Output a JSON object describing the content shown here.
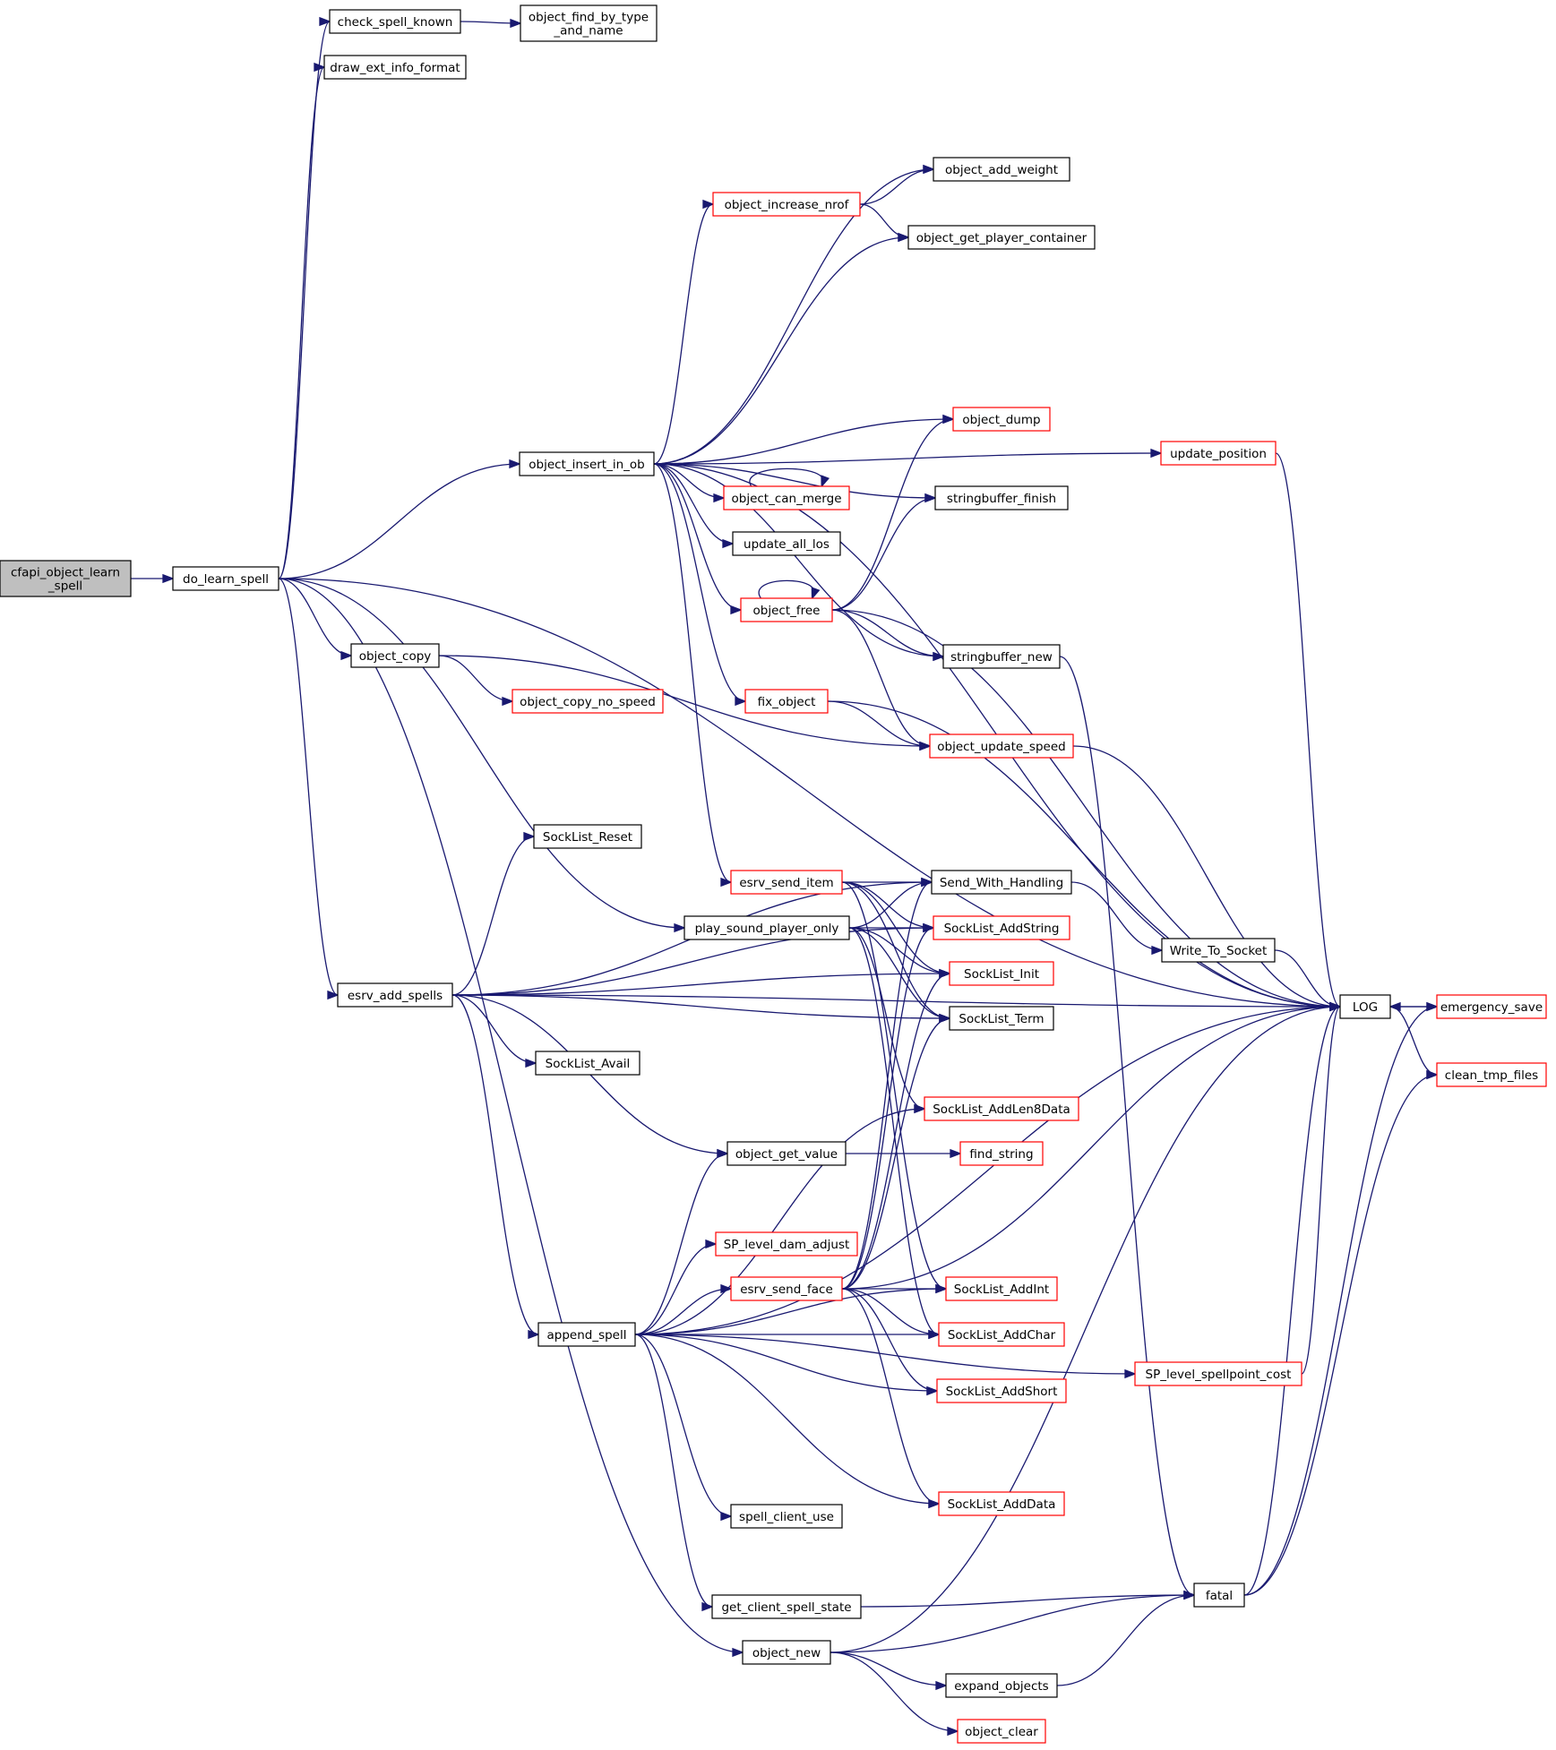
{
  "colors": {
    "edge": "#191970",
    "normal_border": "#000000",
    "truncated_border": "#ff0000",
    "root_fill": "#bfbfbf",
    "node_fill": "#ffffff"
  },
  "nodes": [
    {
      "id": "root",
      "label": [
        "cfapi_object_learn",
        "_spell"
      ],
      "style": "root"
    },
    {
      "id": "do_learn_spell",
      "label": [
        "do_learn_spell"
      ],
      "style": "normal"
    },
    {
      "id": "check_spell_known",
      "label": [
        "check_spell_known"
      ],
      "style": "normal"
    },
    {
      "id": "object_find_by_type_and_name",
      "label": [
        "object_find_by_type",
        "_and_name"
      ],
      "style": "normal"
    },
    {
      "id": "draw_ext_info_format",
      "label": [
        "draw_ext_info_format"
      ],
      "style": "normal"
    },
    {
      "id": "object_add_weight",
      "label": [
        "object_add_weight"
      ],
      "style": "normal"
    },
    {
      "id": "object_increase_nrof",
      "label": [
        "object_increase_nrof"
      ],
      "style": "truncated"
    },
    {
      "id": "object_get_player_container",
      "label": [
        "object_get_player_container"
      ],
      "style": "normal"
    },
    {
      "id": "object_dump",
      "label": [
        "object_dump"
      ],
      "style": "truncated"
    },
    {
      "id": "update_position",
      "label": [
        "update_position"
      ],
      "style": "truncated"
    },
    {
      "id": "object_insert_in_ob",
      "label": [
        "object_insert_in_ob"
      ],
      "style": "normal"
    },
    {
      "id": "object_can_merge",
      "label": [
        "object_can_merge"
      ],
      "style": "truncated"
    },
    {
      "id": "stringbuffer_finish",
      "label": [
        "stringbuffer_finish"
      ],
      "style": "normal"
    },
    {
      "id": "update_all_los",
      "label": [
        "update_all_los"
      ],
      "style": "normal"
    },
    {
      "id": "object_free",
      "label": [
        "object_free"
      ],
      "style": "truncated"
    },
    {
      "id": "object_copy",
      "label": [
        "object_copy"
      ],
      "style": "normal"
    },
    {
      "id": "stringbuffer_new",
      "label": [
        "stringbuffer_new"
      ],
      "style": "normal"
    },
    {
      "id": "object_copy_no_speed",
      "label": [
        "object_copy_no_speed"
      ],
      "style": "truncated"
    },
    {
      "id": "fix_object",
      "label": [
        "fix_object"
      ],
      "style": "truncated"
    },
    {
      "id": "object_update_speed",
      "label": [
        "object_update_speed"
      ],
      "style": "truncated"
    },
    {
      "id": "SockList_Reset",
      "label": [
        "SockList_Reset"
      ],
      "style": "normal"
    },
    {
      "id": "esrv_send_item",
      "label": [
        "esrv_send_item"
      ],
      "style": "truncated"
    },
    {
      "id": "Send_With_Handling",
      "label": [
        "Send_With_Handling"
      ],
      "style": "normal"
    },
    {
      "id": "play_sound_player_only",
      "label": [
        "play_sound_player_only"
      ],
      "style": "normal"
    },
    {
      "id": "SockList_AddString",
      "label": [
        "SockList_AddString"
      ],
      "style": "truncated"
    },
    {
      "id": "Write_To_Socket",
      "label": [
        "Write_To_Socket"
      ],
      "style": "normal"
    },
    {
      "id": "SockList_Init",
      "label": [
        "SockList_Init"
      ],
      "style": "truncated"
    },
    {
      "id": "esrv_add_spells",
      "label": [
        "esrv_add_spells"
      ],
      "style": "normal"
    },
    {
      "id": "LOG",
      "label": [
        "LOG"
      ],
      "style": "normal"
    },
    {
      "id": "emergency_save",
      "label": [
        "emergency_save"
      ],
      "style": "truncated"
    },
    {
      "id": "SockList_Term",
      "label": [
        "SockList_Term"
      ],
      "style": "normal"
    },
    {
      "id": "SockList_Avail",
      "label": [
        "SockList_Avail"
      ],
      "style": "normal"
    },
    {
      "id": "clean_tmp_files",
      "label": [
        "clean_tmp_files"
      ],
      "style": "truncated"
    },
    {
      "id": "SockList_AddLen8Data",
      "label": [
        "SockList_AddLen8Data"
      ],
      "style": "truncated"
    },
    {
      "id": "object_get_value",
      "label": [
        "object_get_value"
      ],
      "style": "normal"
    },
    {
      "id": "find_string",
      "label": [
        "find_string"
      ],
      "style": "truncated"
    },
    {
      "id": "SP_level_dam_adjust",
      "label": [
        "SP_level_dam_adjust"
      ],
      "style": "truncated"
    },
    {
      "id": "esrv_send_face",
      "label": [
        "esrv_send_face"
      ],
      "style": "truncated"
    },
    {
      "id": "SockList_AddInt",
      "label": [
        "SockList_AddInt"
      ],
      "style": "truncated"
    },
    {
      "id": "append_spell",
      "label": [
        "append_spell"
      ],
      "style": "normal"
    },
    {
      "id": "SockList_AddChar",
      "label": [
        "SockList_AddChar"
      ],
      "style": "truncated"
    },
    {
      "id": "SP_level_spellpoint_cost",
      "label": [
        "SP_level_spellpoint_cost"
      ],
      "style": "truncated"
    },
    {
      "id": "SockList_AddShort",
      "label": [
        "SockList_AddShort"
      ],
      "style": "truncated"
    },
    {
      "id": "SockList_AddData",
      "label": [
        "SockList_AddData"
      ],
      "style": "truncated"
    },
    {
      "id": "spell_client_use",
      "label": [
        "spell_client_use"
      ],
      "style": "normal"
    },
    {
      "id": "get_client_spell_state",
      "label": [
        "get_client_spell_state"
      ],
      "style": "normal"
    },
    {
      "id": "fatal",
      "label": [
        "fatal"
      ],
      "style": "normal"
    },
    {
      "id": "object_new",
      "label": [
        "object_new"
      ],
      "style": "normal"
    },
    {
      "id": "expand_objects",
      "label": [
        "expand_objects"
      ],
      "style": "normal"
    },
    {
      "id": "object_clear",
      "label": [
        "object_clear"
      ],
      "style": "truncated"
    }
  ],
  "edges": [
    [
      "root",
      "do_learn_spell"
    ],
    [
      "do_learn_spell",
      "check_spell_known"
    ],
    [
      "do_learn_spell",
      "draw_ext_info_format"
    ],
    [
      "do_learn_spell",
      "LOG"
    ],
    [
      "do_learn_spell",
      "object_insert_in_ob"
    ],
    [
      "do_learn_spell",
      "object_copy"
    ],
    [
      "do_learn_spell",
      "play_sound_player_only"
    ],
    [
      "do_learn_spell",
      "esrv_add_spells"
    ],
    [
      "do_learn_spell",
      "object_new"
    ],
    [
      "check_spell_known",
      "object_find_by_type_and_name"
    ],
    [
      "object_insert_in_ob",
      "object_add_weight"
    ],
    [
      "object_insert_in_ob",
      "object_increase_nrof"
    ],
    [
      "object_insert_in_ob",
      "object_get_player_container"
    ],
    [
      "object_insert_in_ob",
      "LOG"
    ],
    [
      "object_insert_in_ob",
      "update_position"
    ],
    [
      "object_insert_in_ob",
      "object_dump"
    ],
    [
      "object_insert_in_ob",
      "stringbuffer_finish"
    ],
    [
      "object_insert_in_ob",
      "object_can_merge"
    ],
    [
      "object_insert_in_ob",
      "update_all_los"
    ],
    [
      "object_insert_in_ob",
      "object_free"
    ],
    [
      "object_insert_in_ob",
      "stringbuffer_new"
    ],
    [
      "object_insert_in_ob",
      "fix_object"
    ],
    [
      "object_insert_in_ob",
      "esrv_send_item"
    ],
    [
      "object_increase_nrof",
      "object_add_weight"
    ],
    [
      "object_increase_nrof",
      "object_get_player_container"
    ],
    [
      "object_can_merge",
      "object_can_merge"
    ],
    [
      "object_free",
      "object_free"
    ],
    [
      "object_free",
      "object_dump"
    ],
    [
      "object_free",
      "stringbuffer_finish"
    ],
    [
      "object_free",
      "LOG"
    ],
    [
      "object_free",
      "stringbuffer_new"
    ],
    [
      "object_free",
      "object_update_speed"
    ],
    [
      "stringbuffer_new",
      "fatal"
    ],
    [
      "update_position",
      "LOG"
    ],
    [
      "object_copy",
      "object_copy_no_speed"
    ],
    [
      "object_copy",
      "object_update_speed"
    ],
    [
      "fix_object",
      "object_update_speed"
    ],
    [
      "fix_object",
      "LOG"
    ],
    [
      "object_update_speed",
      "LOG"
    ],
    [
      "esrv_send_item",
      "Send_With_Handling"
    ],
    [
      "esrv_send_item",
      "SockList_AddString"
    ],
    [
      "esrv_send_item",
      "SockList_Init"
    ],
    [
      "esrv_send_item",
      "SockList_Term"
    ],
    [
      "esrv_send_item",
      "SockList_AddInt"
    ],
    [
      "play_sound_player_only",
      "Send_With_Handling"
    ],
    [
      "play_sound_player_only",
      "SockList_AddString"
    ],
    [
      "play_sound_player_only",
      "SockList_Init"
    ],
    [
      "play_sound_player_only",
      "SockList_Term"
    ],
    [
      "play_sound_player_only",
      "SockList_AddLen8Data"
    ],
    [
      "play_sound_player_only",
      "SockList_AddChar"
    ],
    [
      "Send_With_Handling",
      "Write_To_Socket"
    ],
    [
      "Write_To_Socket",
      "LOG"
    ],
    [
      "esrv_add_spells",
      "Send_With_Handling"
    ],
    [
      "esrv_add_spells",
      "SockList_Reset"
    ],
    [
      "esrv_add_spells",
      "SockList_AddString"
    ],
    [
      "esrv_add_spells",
      "SockList_Init"
    ],
    [
      "esrv_add_spells",
      "SockList_Term"
    ],
    [
      "esrv_add_spells",
      "SockList_Avail"
    ],
    [
      "esrv_add_spells",
      "LOG"
    ],
    [
      "esrv_add_spells",
      "object_get_value"
    ],
    [
      "esrv_add_spells",
      "append_spell"
    ],
    [
      "LOG",
      "emergency_save"
    ],
    [
      "LOG",
      "clean_tmp_files"
    ],
    [
      "emergency_save",
      "LOG"
    ],
    [
      "object_get_value",
      "find_string"
    ],
    [
      "append_spell",
      "SockList_AddLen8Data"
    ],
    [
      "append_spell",
      "object_get_value"
    ],
    [
      "append_spell",
      "LOG"
    ],
    [
      "append_spell",
      "SP_level_dam_adjust"
    ],
    [
      "append_spell",
      "esrv_send_face"
    ],
    [
      "append_spell",
      "SockList_AddInt"
    ],
    [
      "append_spell",
      "SockList_AddChar"
    ],
    [
      "append_spell",
      "SockList_AddShort"
    ],
    [
      "append_spell",
      "SP_level_spellpoint_cost"
    ],
    [
      "append_spell",
      "spell_client_use"
    ],
    [
      "append_spell",
      "SockList_AddData"
    ],
    [
      "append_spell",
      "get_client_spell_state"
    ],
    [
      "esrv_send_face",
      "Send_With_Handling"
    ],
    [
      "esrv_send_face",
      "SockList_AddString"
    ],
    [
      "esrv_send_face",
      "SockList_Init"
    ],
    [
      "esrv_send_face",
      "SockList_Term"
    ],
    [
      "esrv_send_face",
      "LOG"
    ],
    [
      "esrv_send_face",
      "SockList_AddInt"
    ],
    [
      "esrv_send_face",
      "SockList_AddChar"
    ],
    [
      "esrv_send_face",
      "SockList_AddShort"
    ],
    [
      "esrv_send_face",
      "SockList_AddData"
    ],
    [
      "SP_level_spellpoint_cost",
      "LOG"
    ],
    [
      "get_client_spell_state",
      "fatal"
    ],
    [
      "object_new",
      "fatal"
    ],
    [
      "object_new",
      "LOG"
    ],
    [
      "object_new",
      "expand_objects"
    ],
    [
      "object_new",
      "object_clear"
    ],
    [
      "expand_objects",
      "fatal"
    ],
    [
      "fatal",
      "LOG"
    ],
    [
      "fatal",
      "emergency_save"
    ],
    [
      "fatal",
      "clean_tmp_files"
    ]
  ]
}
